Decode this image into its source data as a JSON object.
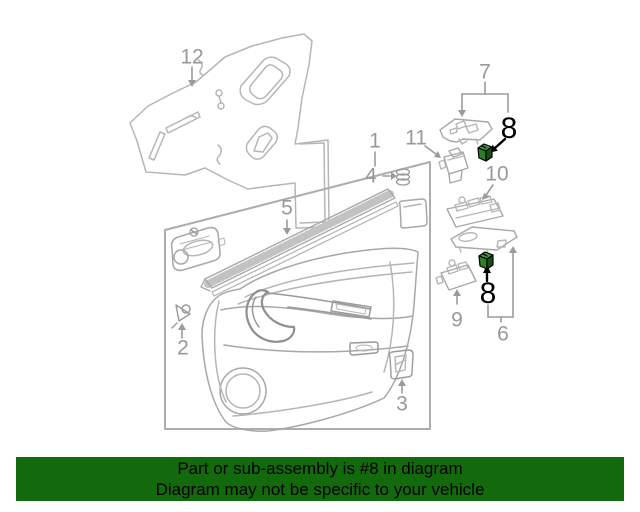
{
  "colors": {
    "banner_bg": "#126a0d",
    "banner_text": "#000000",
    "highlight": "#2e7d28",
    "highlight_dark": "#15520f",
    "highlight_light": "#44953a",
    "line": "#b3b3b3",
    "label": "#999999",
    "highlight_label": "#000000"
  },
  "banner": {
    "line1": "Part or sub-assembly is #8 in diagram",
    "line2": "Diagram may not be specific to your vehicle"
  },
  "highlighted_part": "8",
  "callouts": [
    {
      "id": "part-12",
      "text": "12"
    },
    {
      "id": "part-1",
      "text": "1"
    },
    {
      "id": "part-4",
      "text": "4"
    },
    {
      "id": "part-5",
      "text": "5"
    },
    {
      "id": "part-2",
      "text": "2"
    },
    {
      "id": "part-3",
      "text": "3"
    },
    {
      "id": "part-7",
      "text": "7"
    },
    {
      "id": "part-11",
      "text": "11"
    },
    {
      "id": "part-8-upper",
      "text": "8",
      "highlight": true
    },
    {
      "id": "part-10",
      "text": "10"
    },
    {
      "id": "part-8-lower",
      "text": "8",
      "highlight": true
    },
    {
      "id": "part-9",
      "text": "9"
    },
    {
      "id": "part-6",
      "text": "6"
    }
  ]
}
